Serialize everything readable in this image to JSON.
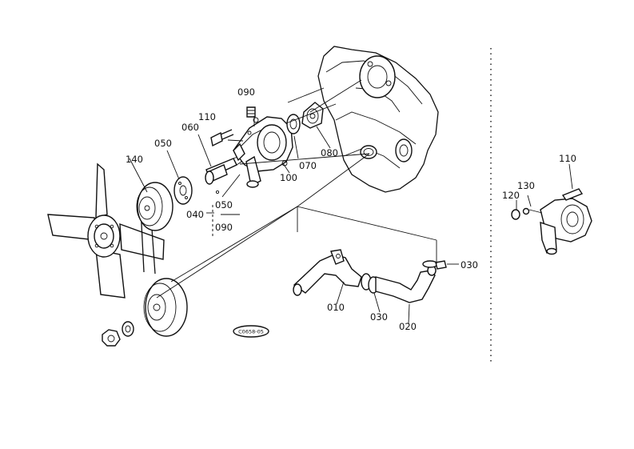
{
  "diagram": {
    "figure_code": "C0658-05",
    "labels": {
      "p090_top": "090",
      "p110": "110",
      "p060": "060",
      "p050": "050",
      "p140": "140",
      "p080": "080",
      "p070": "070",
      "p100": "100",
      "p040": "040",
      "p050_b": "050",
      "p090_b": "090",
      "p030_right": "030",
      "p010": "010",
      "p030_bottom": "030",
      "p020": "020",
      "inset_110": "110",
      "inset_130": "130",
      "inset_120": "120"
    }
  }
}
